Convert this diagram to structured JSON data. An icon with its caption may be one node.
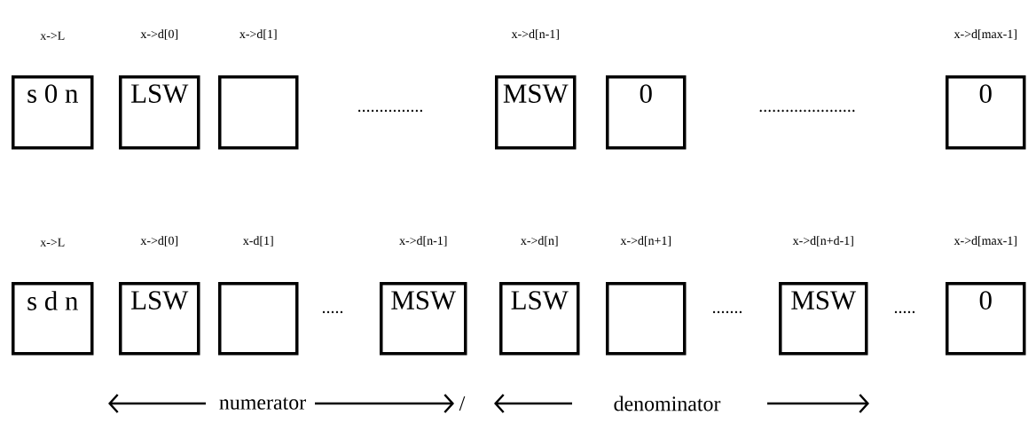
{
  "diagram": {
    "nodes": [
      {
        "text": [
          "s 0 n"
        ],
        "beside": [
          "x->L"
        ]
      },
      {
        "text": [
          "LSW"
        ],
        "beside": [
          "x->d[0]"
        ]
      },
      {
        "text": [],
        "shape": "box",
        "beside": [
          "x->d[1]"
        ]
      },
      {
        "text": [
          "MSW"
        ],
        "beside": [
          "x->d[n-1]"
        ]
      },
      {
        "text": [
          "0"
        ]
      },
      {
        "text": [
          "0"
        ],
        "beside": [
          "x->d[max-1]"
        ]
      },
      {
        "text": [
          "s d n"
        ],
        "beside": [
          "x->L"
        ]
      },
      {
        "text": [
          "LSW"
        ],
        "beside": [
          "x->d[0]"
        ]
      },
      {
        "text": [],
        "shape": "box",
        "beside": [
          "x-d[1]"
        ]
      },
      {
        "text": [
          "MSW"
        ],
        "beside": [
          "x->d[n-1]"
        ]
      },
      {
        "text": [
          "LSW"
        ],
        "beside": [
          "x->d[n]"
        ]
      },
      {
        "text": [],
        "shape": "box",
        "beside": [
          "x->d[n+1]"
        ]
      },
      {
        "text": [
          "MSW"
        ],
        "beside": [
          "x->d[n+d-1]"
        ]
      },
      {
        "text": [
          "0"
        ],
        "beside": [
          "x->d[max-1]"
        ]
      }
    ],
    "labels": [
      "...............",
      "......................",
      ".....",
      ".......",
      ".....",
      "numerator",
      "/",
      "denominator"
    ]
  }
}
